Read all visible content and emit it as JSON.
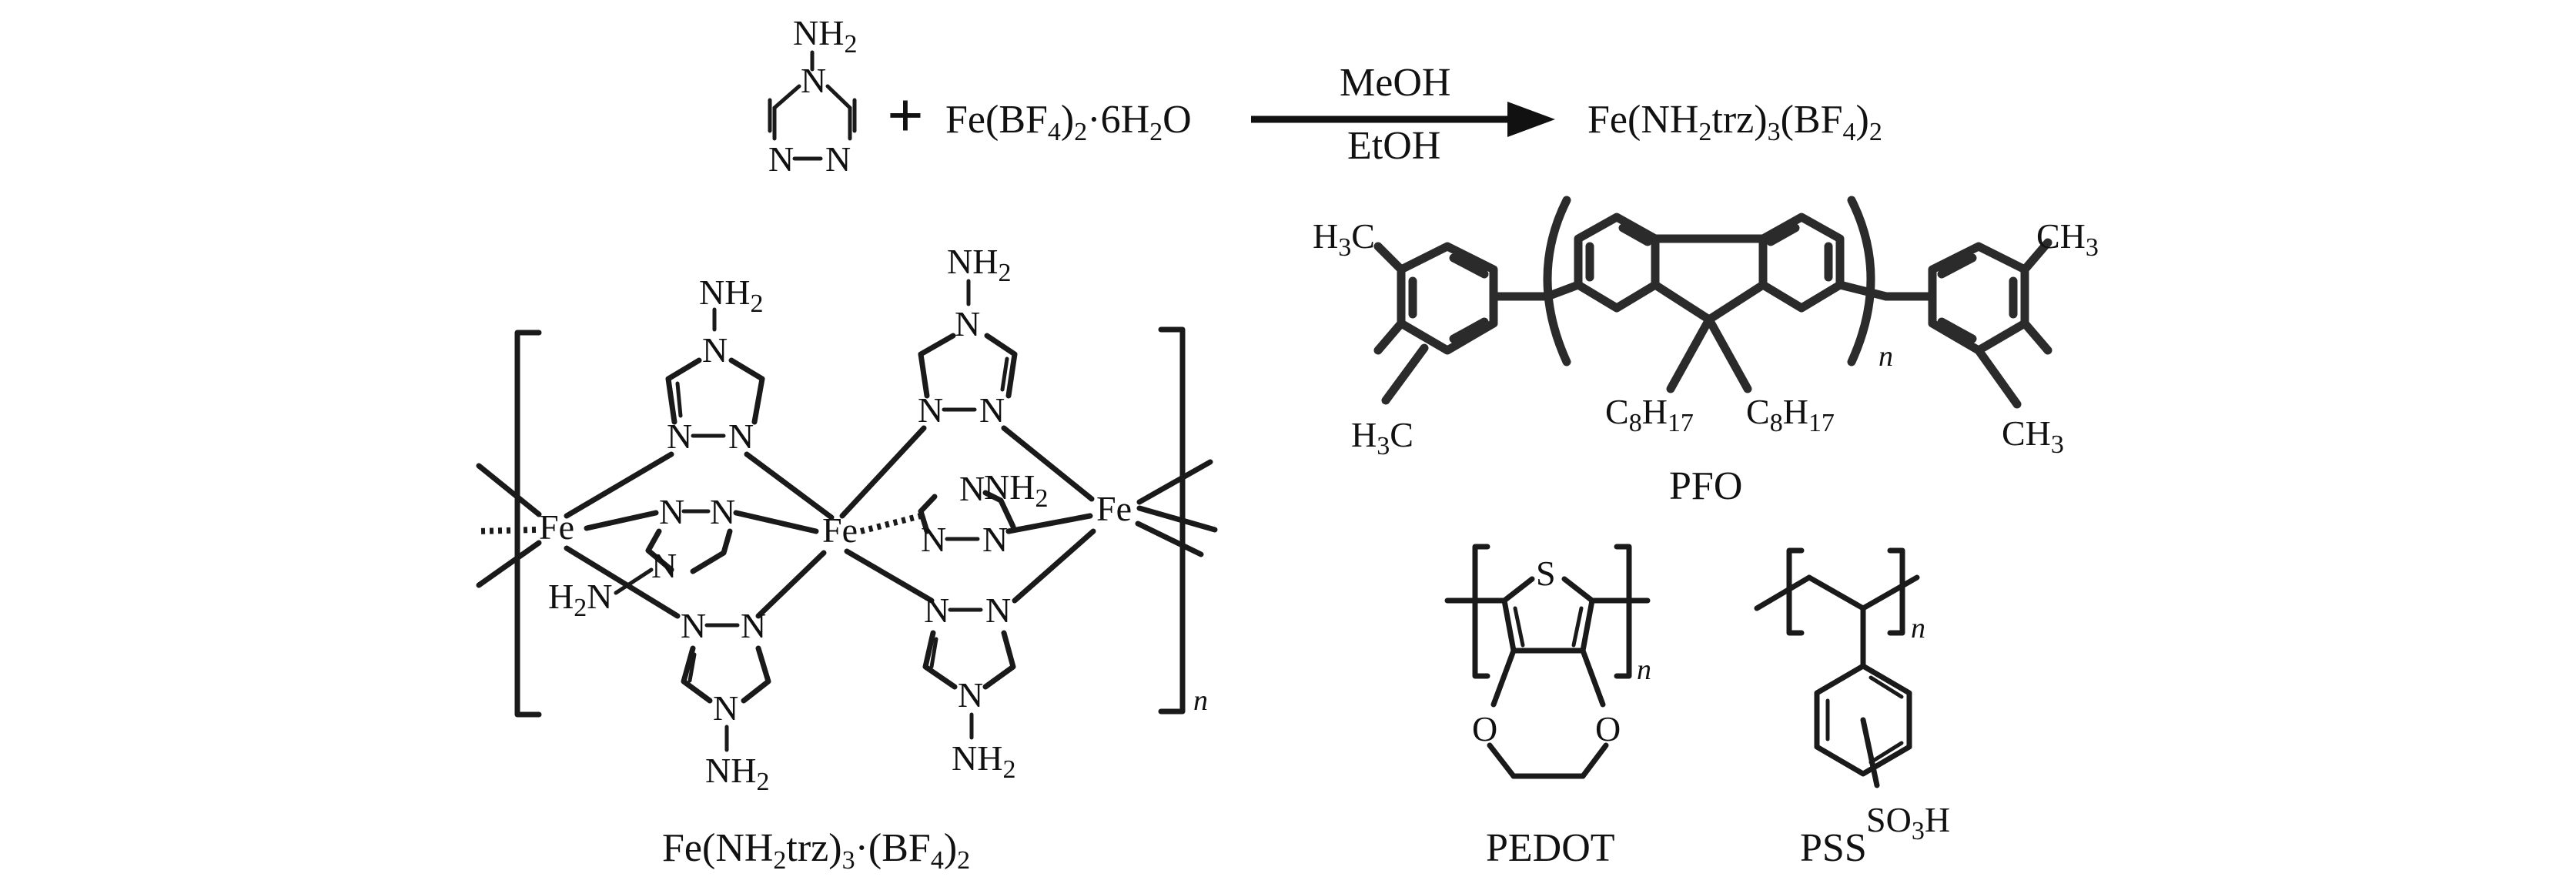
{
  "reaction": {
    "reactant_plus": "+",
    "reagent_formula": "Fe(BF4)2·6H2O",
    "solvent_top": "MeOH",
    "solvent_bottom": "EtOH",
    "product_formula": "Fe(NH2trz)3(BF4)2"
  },
  "atoms": {
    "amine": "NH2",
    "amine_left": "H2N",
    "nitrogen": "N",
    "iron": "Fe",
    "sulfur": "S",
    "oxygen": "O",
    "methyl_left": "H3C",
    "methyl_right": "CH3",
    "octyl": "C8H17",
    "sulfonic": "SO3H",
    "repeat": "n"
  },
  "captions": {
    "complex": "Fe(NH2trz)3·(BF4)2",
    "pfo": "PFO",
    "pedot": "PEDOT",
    "pss": "PSS"
  }
}
